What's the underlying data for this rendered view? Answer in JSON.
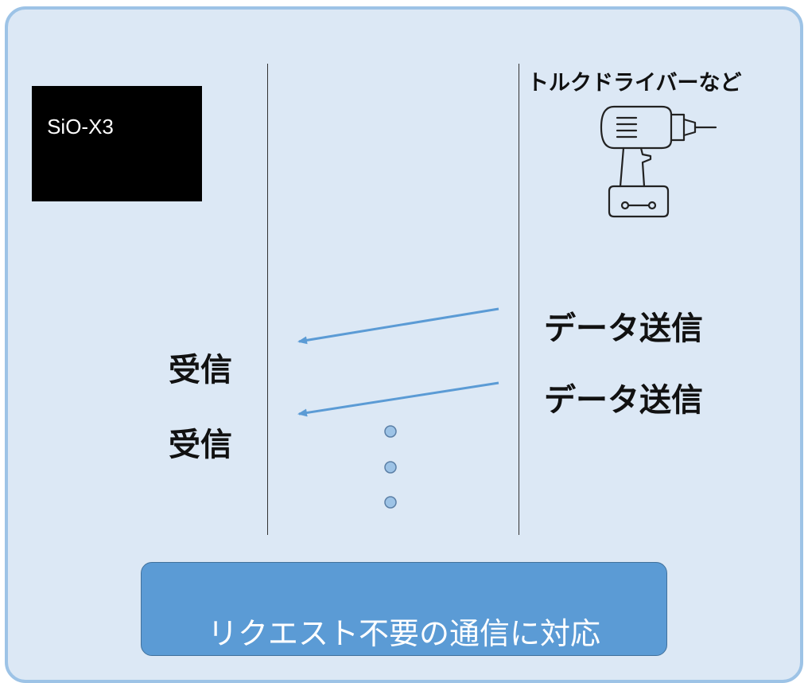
{
  "device": {
    "label": "SiO-X3"
  },
  "tool": {
    "title": "トルクドライバーなど",
    "icon": "cordless-drill-icon"
  },
  "messages": {
    "send_1": "データ送信",
    "send_2": "データ送信",
    "recv_1": "受信",
    "recv_2": "受信"
  },
  "continuation": {
    "icon": "ellipsis-dots-icon",
    "count": 3
  },
  "footer": {
    "label": "リクエスト不要の通信に対応"
  },
  "colors": {
    "background": "#dce8f5",
    "panel_border": "#9dc3e6",
    "arrow": "#5b9bd5",
    "footer_fill": "#5b9bd5",
    "dot_fill": "#9dc3e6",
    "dot_stroke": "#5b7fa6"
  }
}
